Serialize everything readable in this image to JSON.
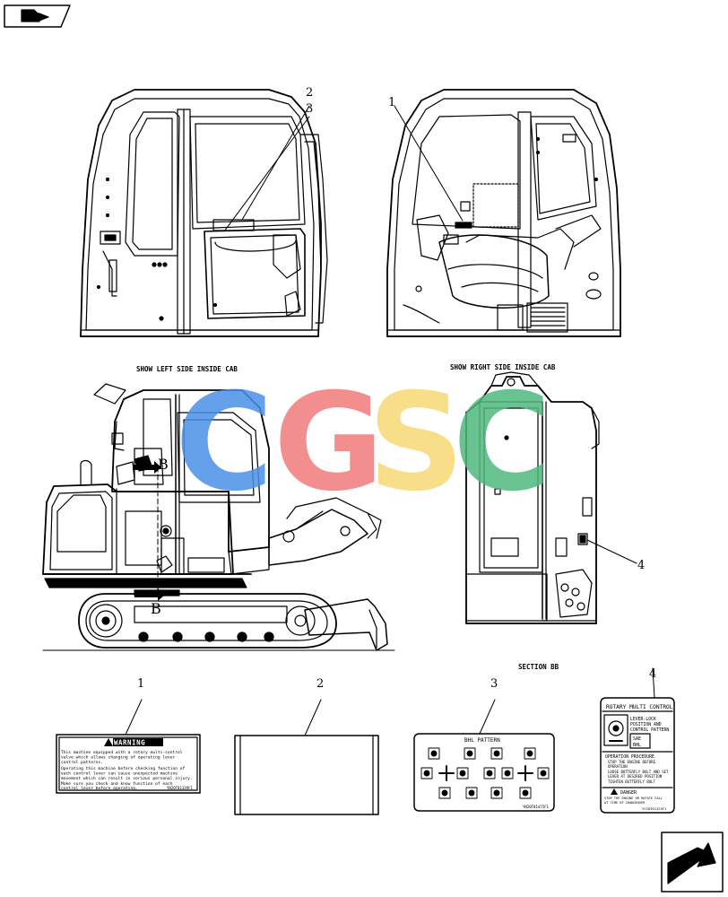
{
  "captions": {
    "left_cab": "SHOW LEFT SIDE INSIDE CAB",
    "right_cab": "SHOW RIGHT SIDE INSIDE CAB",
    "section": "SECTION BB"
  },
  "section_markers": {
    "b_upper": "B",
    "b_lower": "B"
  },
  "callouts": {
    "n1": "1",
    "n2": "2",
    "n3": "3",
    "n4": "4",
    "b1": "1",
    "b2": "2",
    "b3": "3",
    "b4": "4"
  },
  "watermark": {
    "c1": "C",
    "g": "G",
    "s": "S",
    "c2": "C",
    "colors": {
      "c1": "#4a8fe8",
      "g": "#f07a7a",
      "s": "#f7d873",
      "c2": "#4fb87d"
    }
  },
  "label1": {
    "title": "WARNING",
    "lines": [
      "This machine equipped with a rotary multi-control",
      "valve which allows changing of operating lever",
      "control patterns.",
      "Operating this machine before checking function of",
      "each control lever can cause unexpected machine",
      "movement which can result in serious personal injury.",
      "Make sure you check and know function of each",
      "control lever before operating."
    ],
    "code": "YN20T01339F1"
  },
  "label3": {
    "title": "BHL PATTERN",
    "code": "YN20T01475F1"
  },
  "label4": {
    "title": "ROTARY MULTI CONTROL",
    "lever_lines": [
      "LEVER-LOCK",
      "POSITION AND",
      "CONTROL PATTERN"
    ],
    "sae": "SAE",
    "bhl": "BHL",
    "procedure_title": "OPERATION PROCEDURE",
    "procedure_lines": [
      "STOP THE ENGINE BEFORE",
      "OPERATION",
      "LOOSE BUTTERFLY BOLT AND SET",
      "LEVER AT DESIRED POSITION",
      "TIGHTEN BUTTERFLY BOLT"
    ],
    "danger": "DANGER",
    "danger_lines": [
      "STOP THE ENGINE OR ROTATE FALL",
      "AT TIME OF CHANGEOVER"
    ],
    "code": "YY20T01325F1"
  }
}
